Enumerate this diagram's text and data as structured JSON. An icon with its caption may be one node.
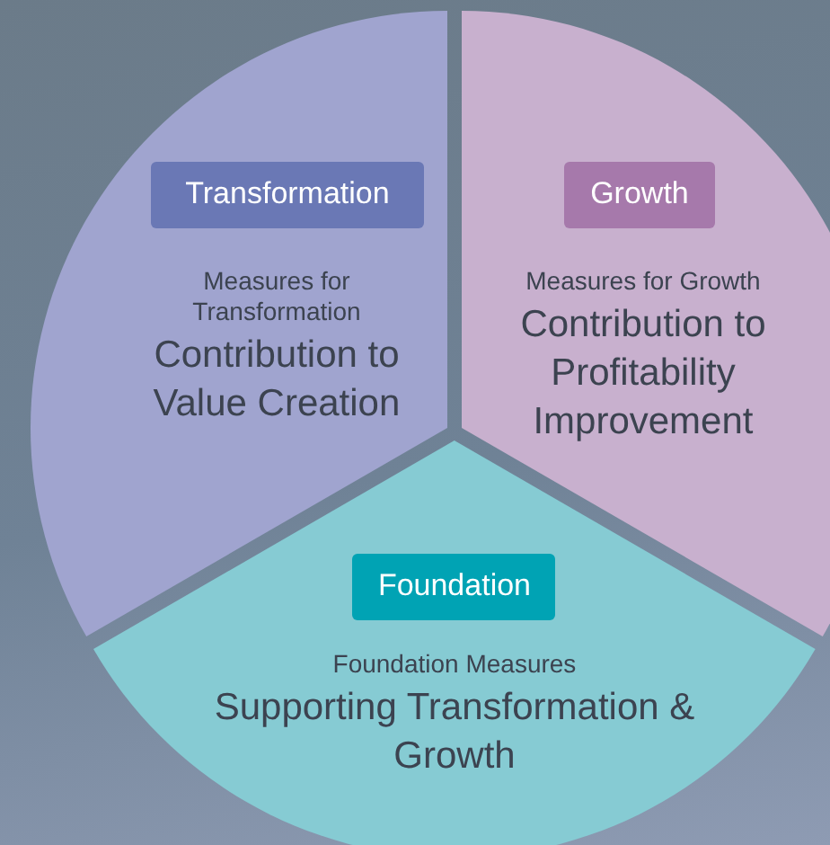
{
  "diagram": {
    "nodes": [
      {
        "text": [
          "Measures for Transformation",
          "Contribution to Value Creation"
        ]
      },
      {
        "text": [
          "Transformation"
        ],
        "in": 0
      },
      {
        "text": [
          "Measures for Growth",
          "Contribution to Profitability Improvement"
        ]
      },
      {
        "text": [
          "Growth"
        ],
        "in": 2
      },
      {
        "text": [
          "Foundation Measures",
          "Supporting Transformation & Growth"
        ]
      },
      {
        "text": [
          "Foundation"
        ],
        "in": 4
      }
    ]
  }
}
